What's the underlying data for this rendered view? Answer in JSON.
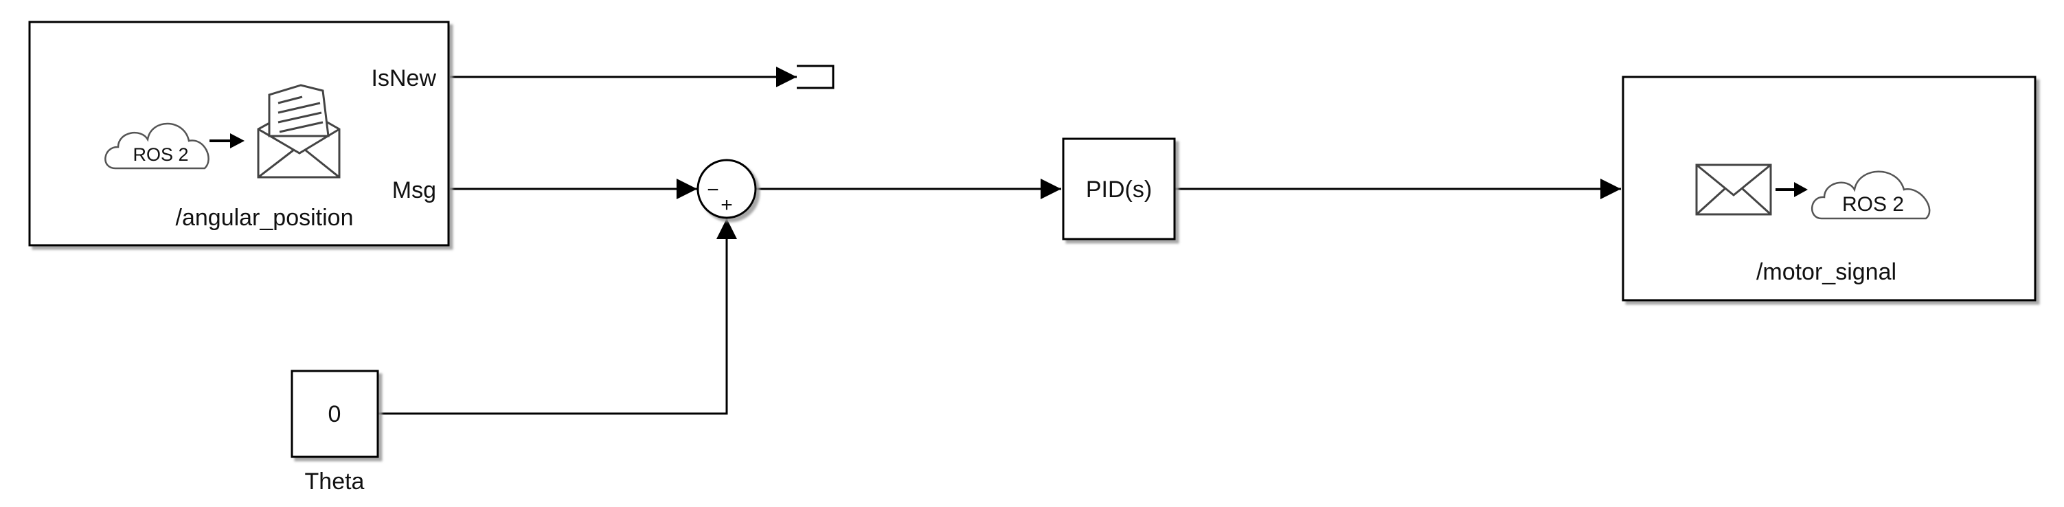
{
  "subscriber": {
    "ports": {
      "isnew": "IsNew",
      "msg": "Msg"
    },
    "cloud_text": "ROS 2",
    "topic": "/angular_position"
  },
  "sum": {
    "signs": {
      "left": "−",
      "bottom": "+"
    }
  },
  "constant": {
    "value": "0",
    "name": "Theta"
  },
  "pid": {
    "label": "PID(s)"
  },
  "publisher": {
    "cloud_text": "ROS 2",
    "topic": "/motor_signal"
  }
}
